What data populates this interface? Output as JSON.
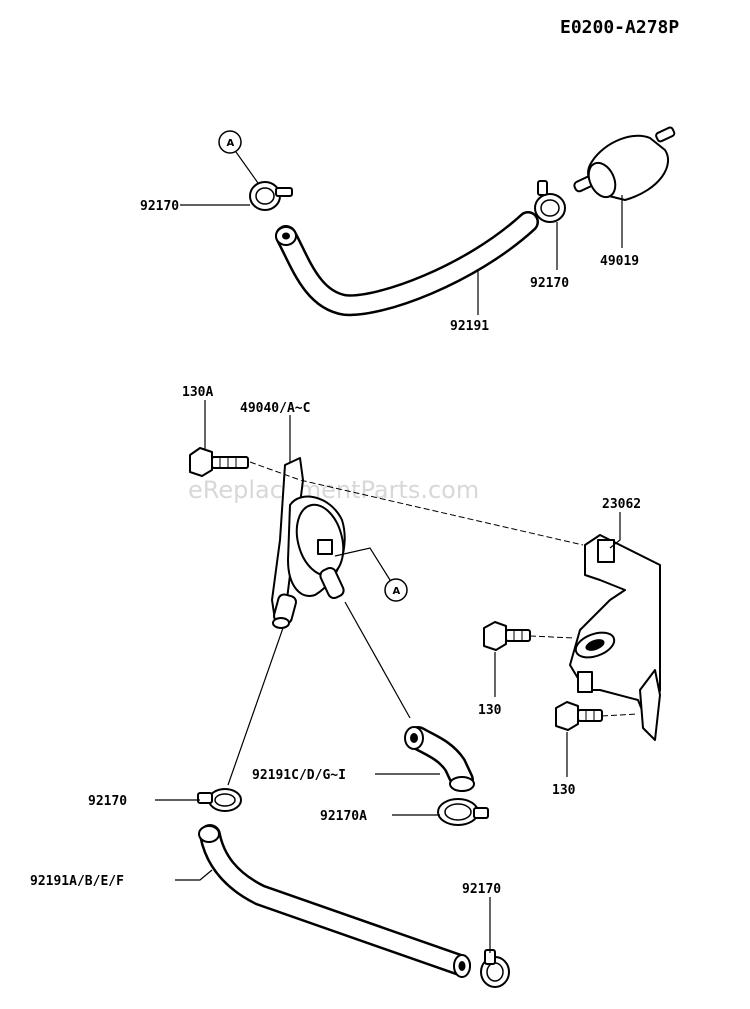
{
  "diagram_code": "E0200-A278P",
  "watermark": "eReplacementParts.com",
  "callout_ref": "A",
  "labels": {
    "clamp_top_left": "92170",
    "clamp_top_right": "92170",
    "filter": "49019",
    "hose_top": "92191",
    "bolt_130a": "130A",
    "pump": "49040/A~C",
    "bracket": "23062",
    "bolt_130_upper": "130",
    "bolt_130_lower": "130",
    "hose_elbow": "92191C/D/G~I",
    "clamp_left": "92170",
    "clamp_170a": "92170A",
    "hose_bottom": "92191A/B/E/F",
    "clamp_bottom": "92170"
  }
}
